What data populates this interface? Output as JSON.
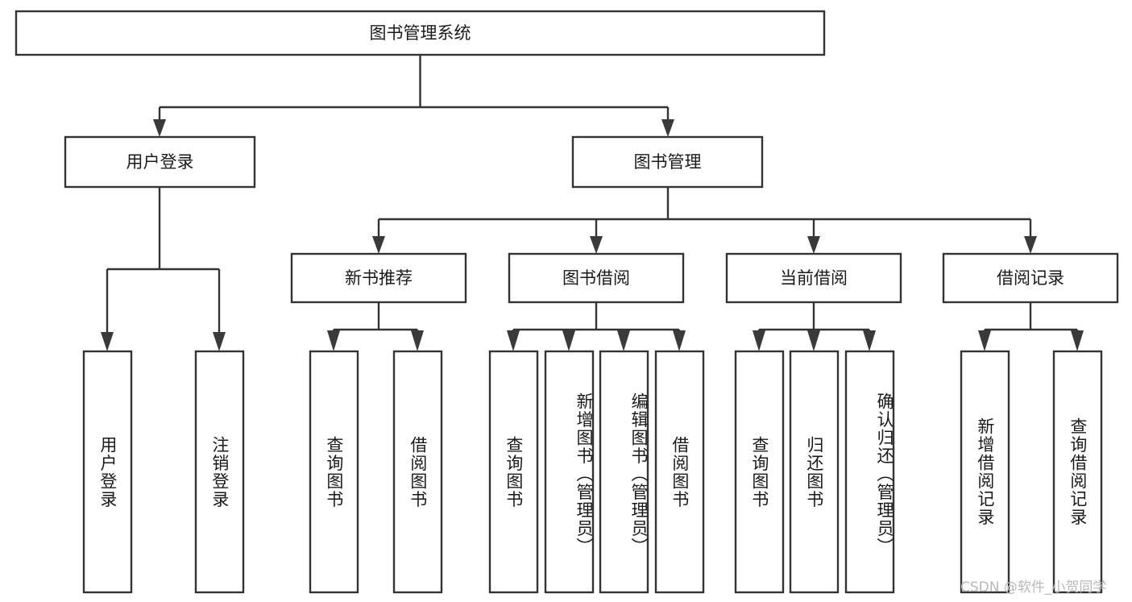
{
  "diagram": {
    "title": "图书管理系统",
    "type": "tree-hierarchy-chart",
    "root": {
      "id": "root",
      "label": "图书管理系统",
      "orientation": "horizontal"
    },
    "level2": [
      {
        "id": "user-login",
        "label": "用户登录",
        "orientation": "horizontal"
      },
      {
        "id": "book-management",
        "label": "图书管理",
        "orientation": "horizontal"
      }
    ],
    "level3": [
      {
        "id": "new-book-recommend",
        "label": "新书推荐",
        "orientation": "horizontal",
        "parent": "book-management"
      },
      {
        "id": "book-borrow",
        "label": "图书借阅",
        "orientation": "horizontal",
        "parent": "book-management"
      },
      {
        "id": "current-borrow",
        "label": "当前借阅",
        "orientation": "horizontal",
        "parent": "book-management"
      },
      {
        "id": "borrow-record",
        "label": "借阅记录",
        "orientation": "horizontal",
        "parent": "book-management"
      }
    ],
    "leaves": [
      {
        "id": "leaf-user-login",
        "label": "用户登录",
        "parent": "user-login"
      },
      {
        "id": "leaf-logout-login",
        "label": "注销登录",
        "parent": "user-login"
      },
      {
        "id": "leaf-query-book-1",
        "label": "查询图书",
        "parent": "new-book-recommend"
      },
      {
        "id": "leaf-borrow-book-1",
        "label": "借阅图书",
        "parent": "new-book-recommend"
      },
      {
        "id": "leaf-query-book-2",
        "label": "查询图书",
        "parent": "book-borrow"
      },
      {
        "id": "leaf-add-book",
        "label": "新增图书（管理员）",
        "parent": "book-borrow"
      },
      {
        "id": "leaf-edit-book",
        "label": "编辑图书（管理员）",
        "parent": "book-borrow"
      },
      {
        "id": "leaf-borrow-book-2",
        "label": "借阅图书",
        "parent": "book-borrow"
      },
      {
        "id": "leaf-query-book-3",
        "label": "查询图书",
        "parent": "current-borrow"
      },
      {
        "id": "leaf-return-book",
        "label": "归还图书",
        "parent": "current-borrow"
      },
      {
        "id": "leaf-confirm-return",
        "label": "确认归还（管理员）",
        "parent": "current-borrow"
      },
      {
        "id": "leaf-add-record",
        "label": "新增借阅记录",
        "parent": "borrow-record"
      },
      {
        "id": "leaf-query-record",
        "label": "查询借阅记录",
        "parent": "borrow-record"
      }
    ],
    "colors": {
      "box_fill": "#ffffff",
      "box_stroke": "#333333",
      "text": "#1a1a1a",
      "connector": "#333333",
      "background": "#ffffff",
      "watermark": "#b9b9b9"
    }
  },
  "watermark": {
    "text": "CSDN @软件_小贺同学"
  }
}
